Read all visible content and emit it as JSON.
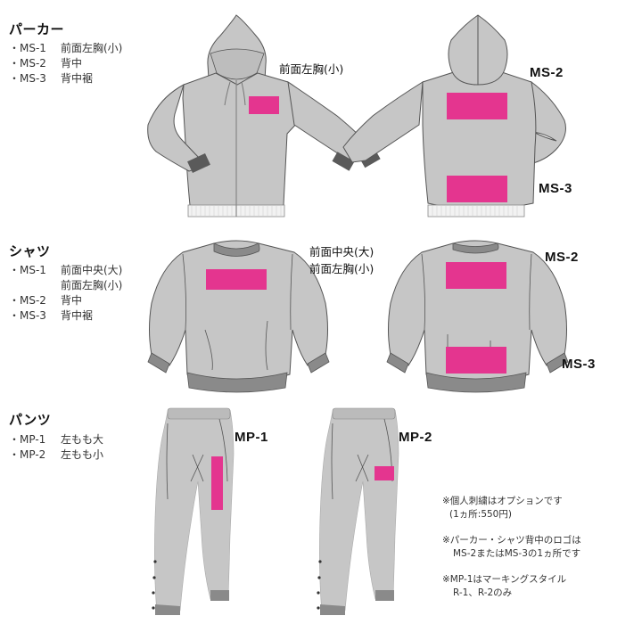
{
  "colors": {
    "garment": "#c6c6c6",
    "outline": "#555555",
    "mark": "#e4358f",
    "rib": "#7a7a7a"
  },
  "sections": [
    {
      "title": "パーカー",
      "items": [
        {
          "code": "・MS-1",
          "label": "前面左胸(小)"
        },
        {
          "code": "・MS-2",
          "label": "背中"
        },
        {
          "code": "・MS-3",
          "label": "背中裾"
        }
      ],
      "figure_labels": {
        "front": "前面左胸(小)",
        "back_top": "MS-2",
        "back_bottom": "MS-3"
      }
    },
    {
      "title": "シャツ",
      "items": [
        {
          "code": "・MS-1",
          "label": "前面中央(大)"
        },
        {
          "code": "",
          "label": "前面左胸(小)"
        },
        {
          "code": "・MS-2",
          "label": "背中"
        },
        {
          "code": "・MS-3",
          "label": "背中裾"
        }
      ],
      "figure_labels": {
        "front_line1": "前面中央(大)",
        "front_line2": "前面左胸(小)",
        "back_top": "MS-2",
        "back_bottom": "MS-3"
      }
    },
    {
      "title": "パンツ",
      "items": [
        {
          "code": "・MP-1",
          "label": "左もも大"
        },
        {
          "code": "・MP-2",
          "label": "左もも小"
        }
      ],
      "figure_labels": {
        "left": "MP-1",
        "right": "MP-2"
      }
    }
  ],
  "notes": [
    {
      "line1": "※個人刺繍はオプションです",
      "line2": "(1ヵ所:550円)"
    },
    {
      "line1": "※パーカー・シャツ背中のロゴは",
      "line2": "MS-2またはMS-3の1ヵ所です"
    },
    {
      "line1": "※MP-1はマーキングスタイル",
      "line2": "R-1、R-2のみ"
    }
  ]
}
